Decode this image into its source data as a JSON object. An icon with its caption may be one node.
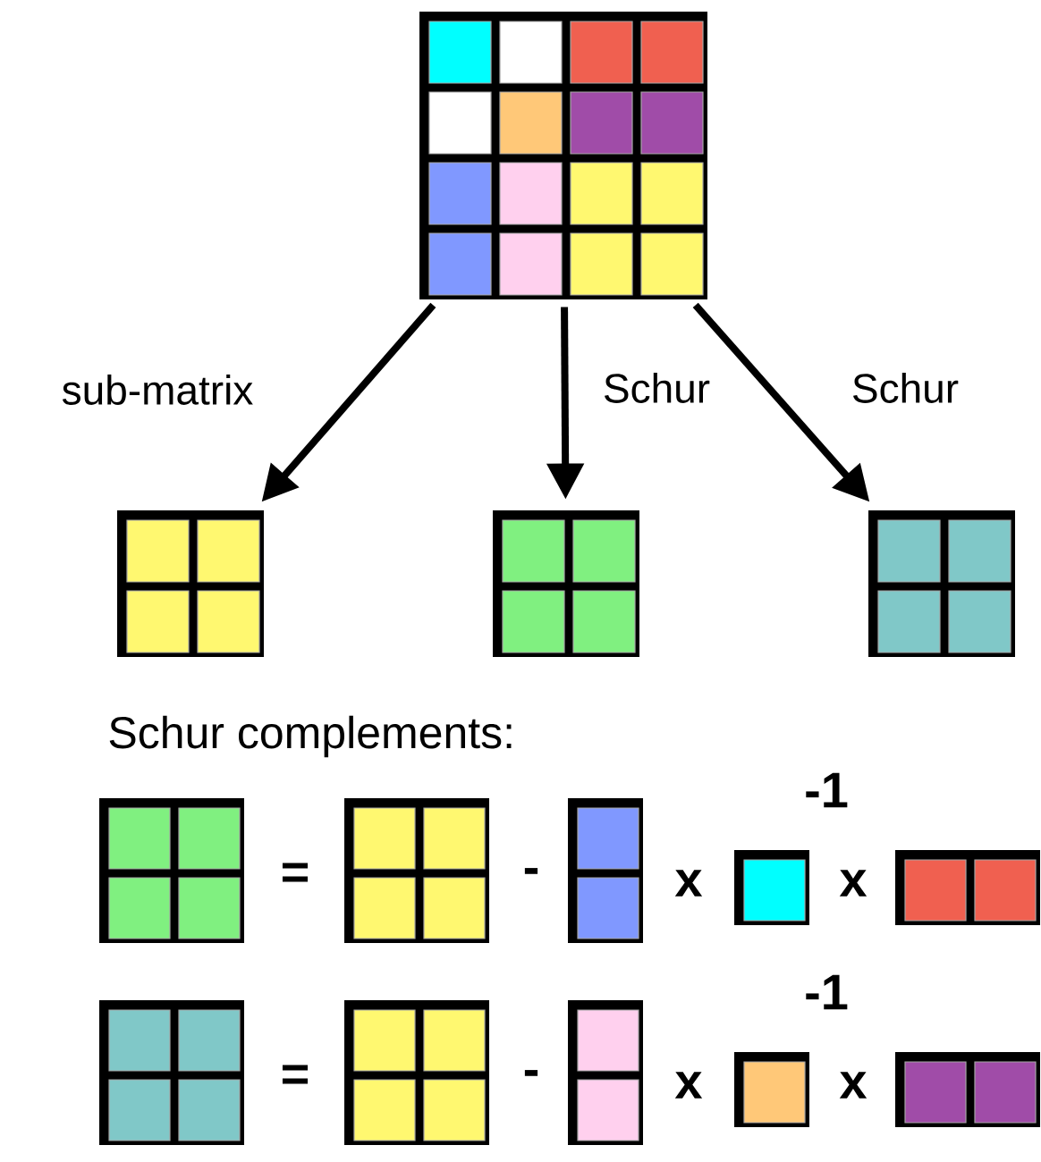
{
  "diagram": {
    "nodes": [
      {
        "text": [],
        "shape": "box"
      },
      {
        "text": [],
        "shape": "box"
      },
      {
        "text": [],
        "shape": "box"
      },
      {
        "text": [],
        "shape": "box"
      }
    ],
    "edges": [
      {
        "from": 0,
        "to": 1,
        "arrow": "to",
        "label": "sub-matrix"
      },
      {
        "from": 0,
        "to": 2,
        "arrow": "to",
        "label": "Schur"
      },
      {
        "from": 0,
        "to": 3,
        "arrow": "to",
        "label": "Schur"
      }
    ],
    "labels": [
      "Schur complements:",
      "=",
      "-",
      "x",
      "-1",
      "x",
      "=",
      "-",
      "x",
      "-1",
      "x"
    ]
  }
}
